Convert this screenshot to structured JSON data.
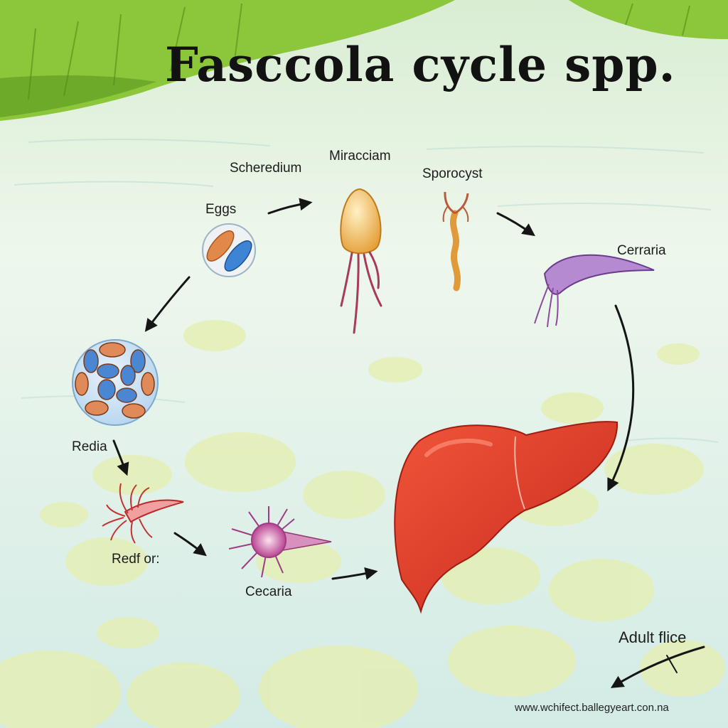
{
  "title": "Fasccola  cycle spp.",
  "labels": {
    "scheredium": "Scheredium",
    "miracciam": "Miracciam",
    "sporocyst": "Sporocyst",
    "eggs": "Eggs",
    "cerraria": "Cerraria",
    "redia": "Redia",
    "redf": "Redf or:",
    "cecaria": "Cecaria",
    "adult": "Adult flice"
  },
  "credit": "www.wchifect.ballegyeart.con.na",
  "colors": {
    "water": "#e6f3ea",
    "grass": "#7fbf2e",
    "liver": "#e8402a",
    "egg_orange": "#e08a4a",
    "egg_blue": "#3f86d6",
    "miracidium": "#f2b23a",
    "cercaria_purple": "#9a6ab8",
    "redia_red": "#d8464e",
    "cecaria_pink": "#c04a9a",
    "lily_pad": "#e4f0b8"
  }
}
